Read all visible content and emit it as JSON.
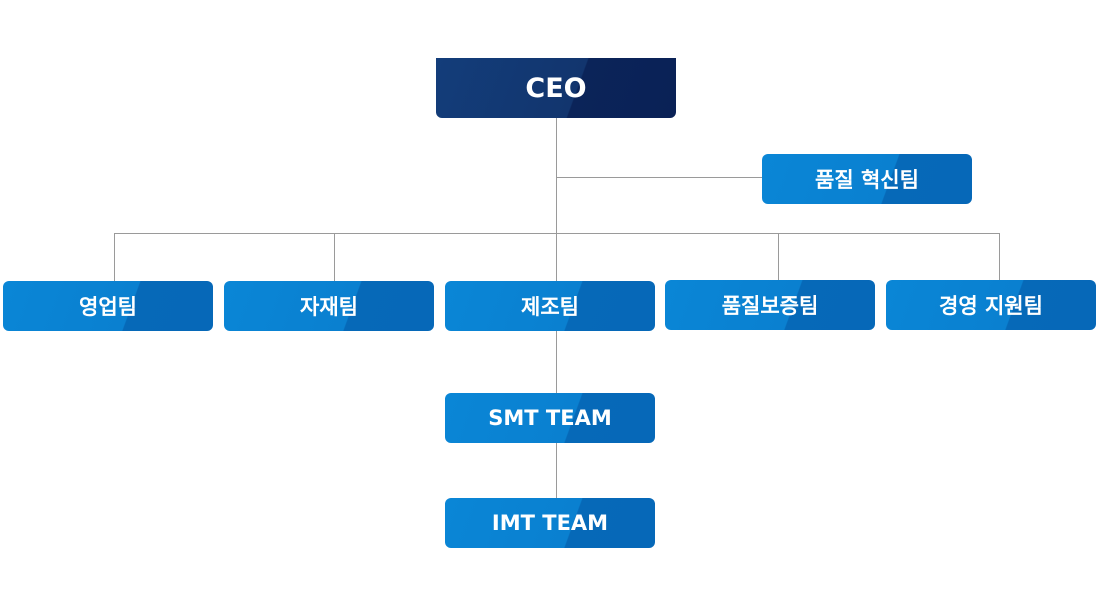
{
  "chart": {
    "ceo": "CEO",
    "staff": "품질 혁신팀",
    "teams": [
      "영업팀",
      "자재팀",
      "제조팀",
      "품질보증팀",
      "경영 지원팀"
    ],
    "sub_teams": [
      "SMT TEAM",
      "IMT TEAM"
    ]
  },
  "colors": {
    "ceo_box": "#0f2e68",
    "team_box": "#0a7ed0",
    "connector": "#9a9a9a",
    "text": "#ffffff"
  }
}
